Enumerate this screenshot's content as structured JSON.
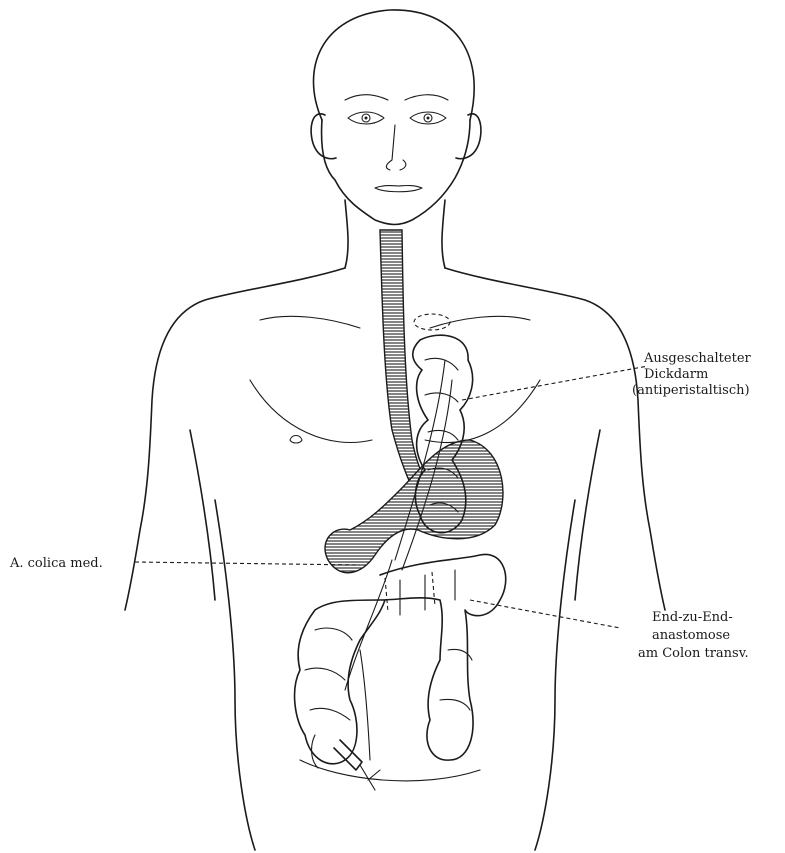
{
  "figure": {
    "labels": {
      "colon_bypass": [
        "Ausgeschalteter",
        "Dickdarm",
        "(antiperistaltisch)"
      ],
      "artery": "A. colica med.",
      "anastomosis": [
        "End-zu-End-",
        "anastomose",
        "am Colon transv."
      ]
    },
    "colors": {
      "ink": "#1b1b1b",
      "paper": "#ffffff",
      "hatch": "#333333"
    }
  }
}
